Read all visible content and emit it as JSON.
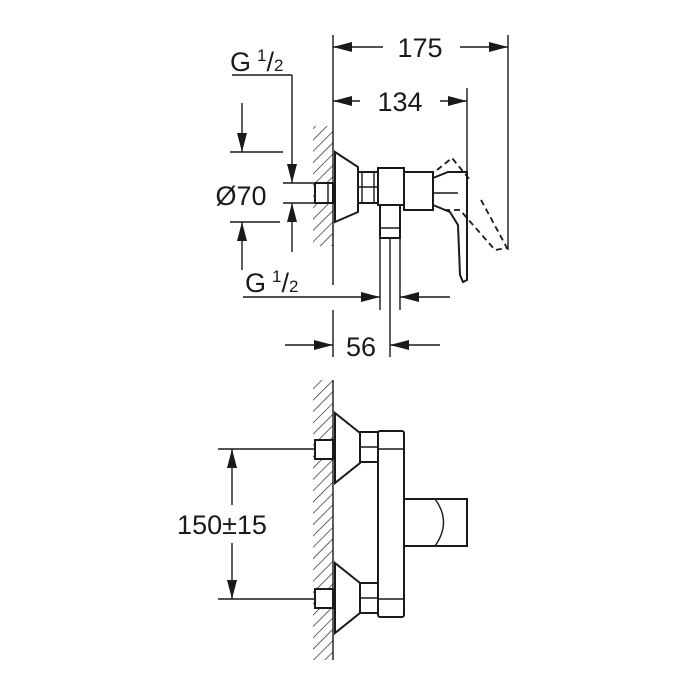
{
  "title": "Single-lever shower mixer dimension drawing",
  "colors": {
    "line": "#1a1a1a",
    "background": "#ffffff"
  },
  "top_view": {
    "dim_overall_depth": "175",
    "dim_handle_depth": "134",
    "dim_escutcheon_diameter": "Ø70",
    "dim_outlet_offset": "56",
    "thread_inlet": {
      "g": "G",
      "num": "1",
      "slash": "/",
      "den": "2"
    },
    "thread_outlet": {
      "g": "G",
      "num": "1",
      "slash": "/",
      "den": "2"
    }
  },
  "front_view": {
    "dim_centre_distance": "150±15"
  }
}
